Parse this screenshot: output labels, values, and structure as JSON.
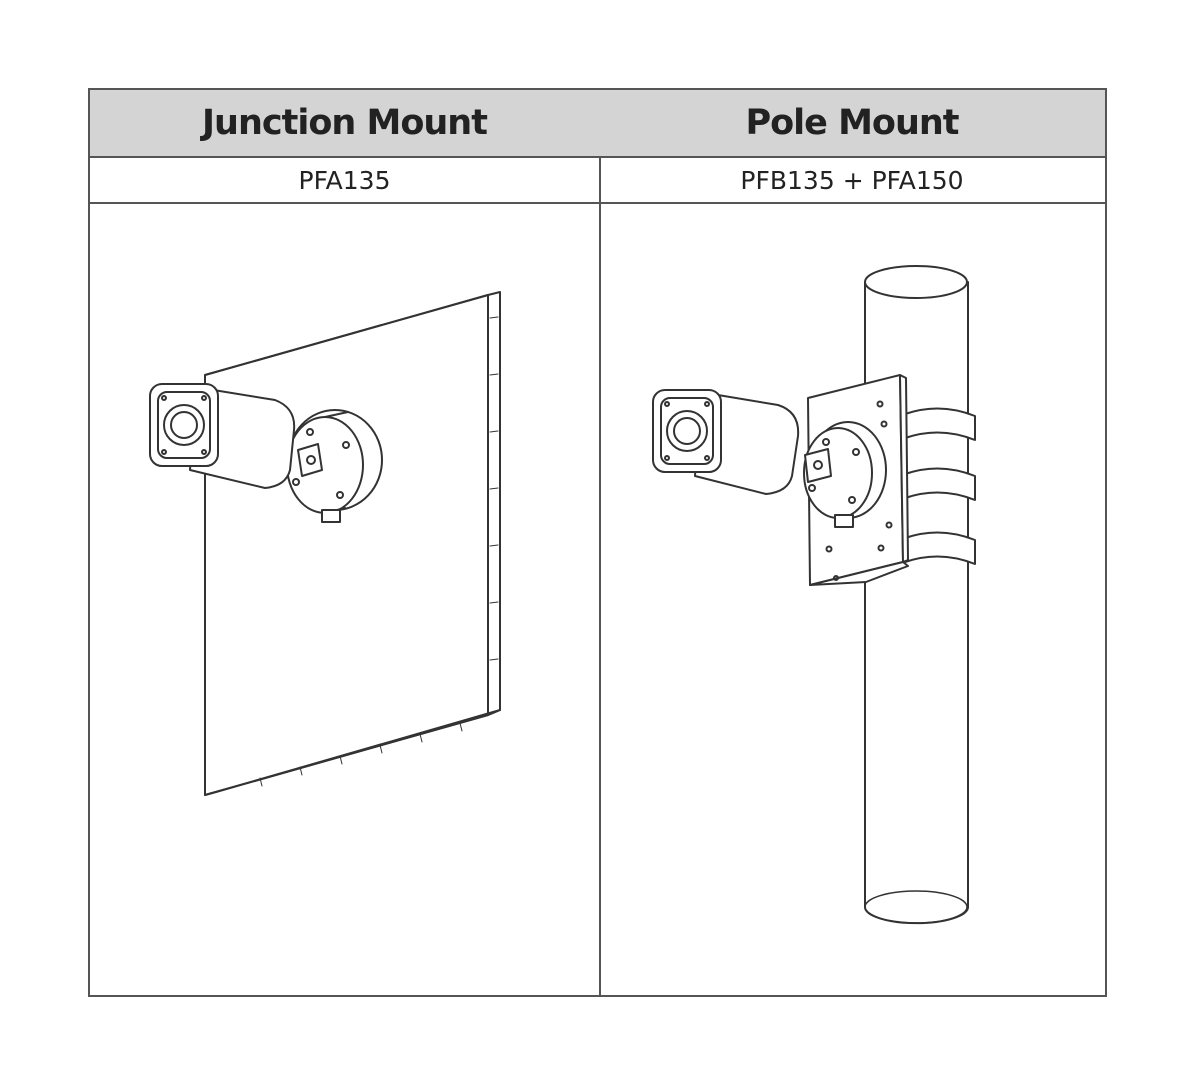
{
  "columns": [
    {
      "header": "Junction Mount",
      "model": "PFA135",
      "illustration": "wall-camera"
    },
    {
      "header": "Pole Mount",
      "model": "PFB135 + PFA150",
      "illustration": "pole-camera"
    }
  ],
  "colors": {
    "header_bg": "#d4d4d4",
    "border": "#555555",
    "line": "#333333"
  }
}
